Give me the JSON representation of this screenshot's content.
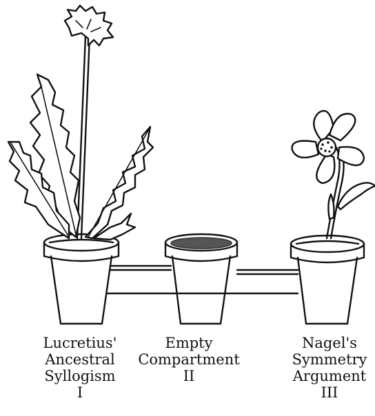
{
  "compartments": [
    {
      "name_lines": [
        "Lucretius'",
        "Ancestral",
        "Syllogism"
      ],
      "numeral": "I"
    },
    {
      "name_lines": [
        "Empty",
        "Compartment"
      ],
      "numeral": "II"
    },
    {
      "name_lines": [
        "Nagel's",
        "Symmetry",
        "Argument"
      ],
      "numeral": "III"
    }
  ],
  "icons": [
    "dandelion-icon",
    "empty-pot-icon",
    "flower-icon"
  ],
  "colors": {
    "ink": "#111111",
    "soil": "#555555",
    "background": "#ffffff"
  }
}
